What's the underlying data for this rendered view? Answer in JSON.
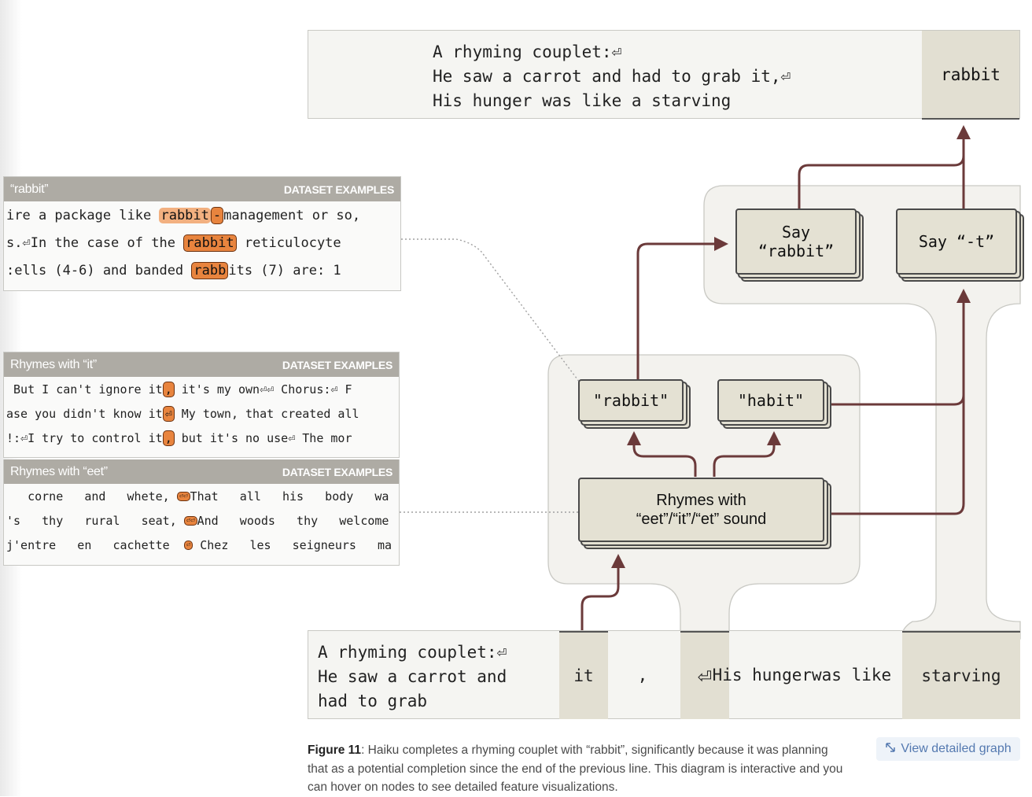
{
  "top": {
    "prompt_line1": "A rhyming couplet:⏎",
    "prompt_line2": "He saw a carrot and had to grab it,⏎",
    "prompt_line3": "His hunger was like a starving",
    "output_token": "rabbit"
  },
  "bottom": {
    "prompt_line1": "A rhyming couplet:⏎",
    "prompt_line2": "He saw a carrot and",
    "prompt_line3": "had to grab",
    "token_it": "it",
    "token_comma": ",",
    "token_newline": "⏎",
    "his_line1": "His hunger",
    "his_line2": "was like a",
    "token_starving": "starving"
  },
  "nodes": {
    "say_rabbit_line1": "Say",
    "say_rabbit_line2": "“rabbit”",
    "say_t": "Say “-t”",
    "rabbit": "\"rabbit\"",
    "habit": "\"habit\"",
    "rhymes_line1": "Rhymes with",
    "rhymes_line2": "“eet”/“it”/“et” sound"
  },
  "panels": {
    "rabbit": {
      "title": "“rabbit”",
      "tag": "DATASET EXAMPLES",
      "rows": [
        {
          "pre": "ire a package like ",
          "hl": "rabbit",
          "hl2": "-",
          "post": "management or so,"
        },
        {
          "pre": "s.⏎In the case of the ",
          "hl": "rabbit",
          "post": " reticulocyte"
        },
        {
          "pre": ":ells (4-6) and banded ",
          "hl": "rabb",
          "post": "its (7) are: 1"
        }
      ]
    },
    "rhymes_it": {
      "title": "Rhymes with “it”",
      "tag": "DATASET EXAMPLES",
      "rows": [
        {
          "pre": " But I can't ignore it",
          "hl": ",",
          "post": " it's my own⏎⏎ Chorus:⏎ F"
        },
        {
          "pre": "ase you didn't know it",
          "hl": "⏎",
          "post": " My town, that created all"
        },
        {
          "pre": "!:⏎I try to control it",
          "hl": ",",
          "post": " but it's no use⏎ The mor"
        }
      ]
    },
    "rhymes_eet": {
      "title": "Rhymes with “eet”",
      "tag": "DATASET EXAMPLES",
      "rows": [
        {
          "pre": "   corne   and   whete, ",
          "hl": "⏎⏎",
          "post": "That   all   his   body   wa"
        },
        {
          "pre": "'s   thy   rural   seat, ",
          "hl": "⏎⏎",
          "post": "And   woods   thy   welcome"
        },
        {
          "pre": "j'entre   en   cachette  ",
          "hl": "⏎",
          "post": " Chez   les   seigneurs   ma"
        }
      ]
    }
  },
  "caption": {
    "label": "Figure 11",
    "text": ": Haiku completes a rhyming couplet with “rabbit”, significantly because it was planning that as a potential completion since the end of the previous line.  This diagram is interactive and you can hover on nodes to see detailed feature visualizations."
  },
  "view_button": "View detailed graph",
  "colors": {
    "arrow": "#6b3a3a",
    "node_fill": "#e4e1d3",
    "highlight": "#e8843e",
    "group_fill": "#f3f2ee"
  }
}
